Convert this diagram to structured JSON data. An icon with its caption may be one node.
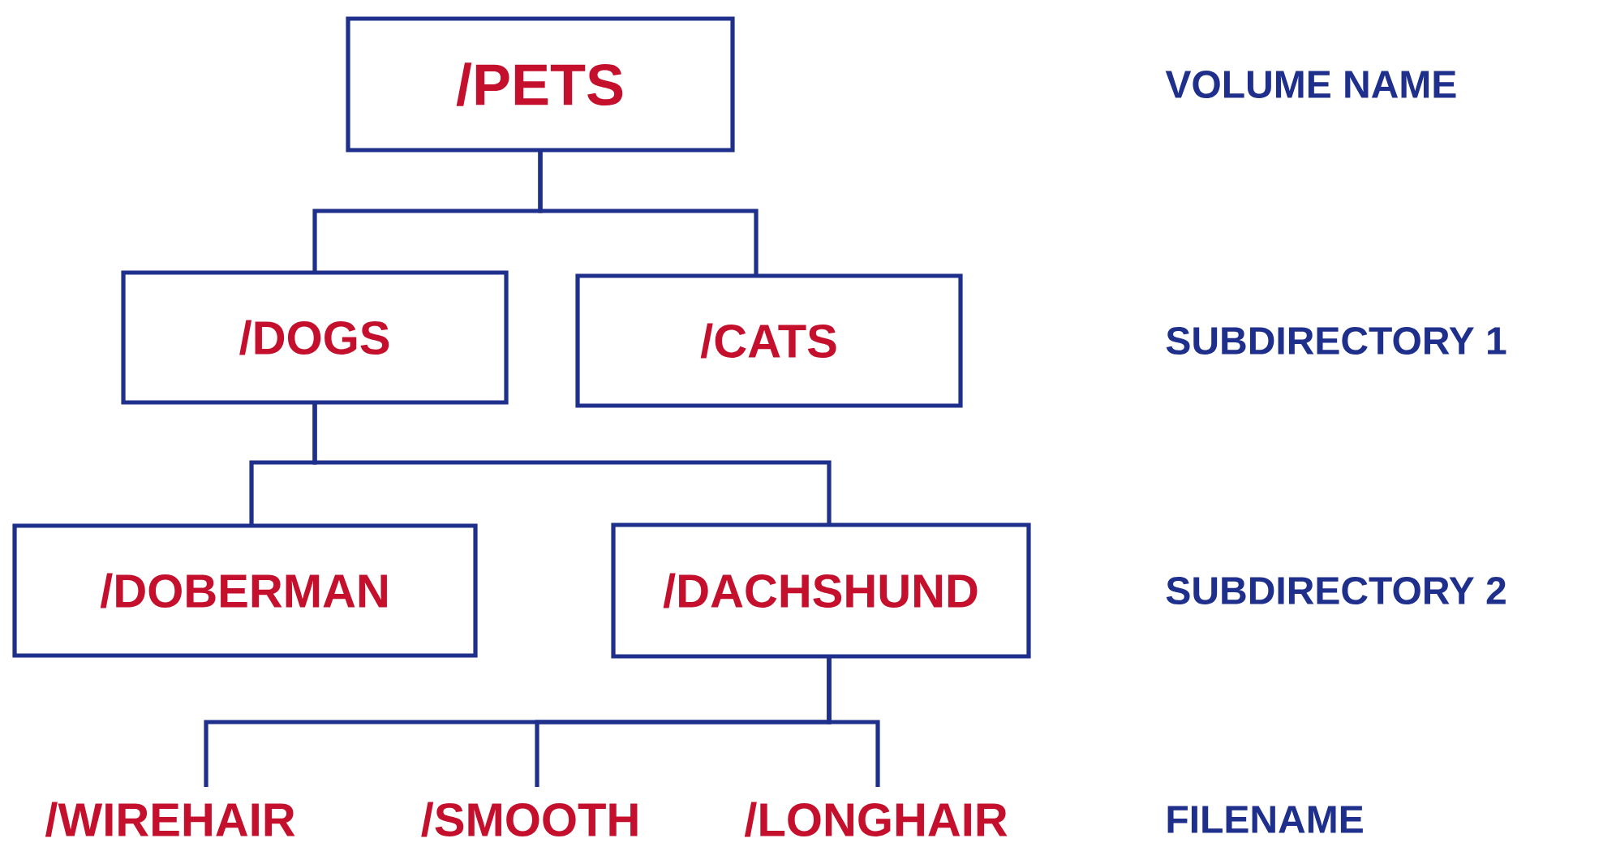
{
  "diagram": {
    "nodes": [
      {
        "text": [
          "/PETS"
        ]
      },
      {
        "text": [
          "/DOGS"
        ]
      },
      {
        "text": [
          "/CATS"
        ]
      },
      {
        "text": [
          "/DOBERMAN"
        ]
      },
      {
        "text": [
          "/DACHSHUND"
        ]
      },
      {
        "text": [
          "/WIREHAIR"
        ]
      },
      {
        "text": [
          "/SMOOTH"
        ]
      },
      {
        "text": [
          "/LONGHAIR"
        ]
      }
    ],
    "edges": [
      {
        "from": 0,
        "to": 1,
        "arrow": "none"
      },
      {
        "from": 0,
        "to": 2,
        "arrow": "none"
      },
      {
        "from": 1,
        "to": 3,
        "arrow": "none"
      },
      {
        "from": 1,
        "to": 4,
        "arrow": "none"
      },
      {
        "from": 4,
        "to": 5,
        "arrow": "none"
      },
      {
        "from": 4,
        "to": 6,
        "arrow": "none"
      },
      {
        "from": 4,
        "to": 7,
        "arrow": "none"
      }
    ],
    "labels": [
      "VOLUME NAME",
      "SUBDIRECTORY 1",
      "SUBDIRECTORY 2",
      "FILENAME"
    ]
  }
}
